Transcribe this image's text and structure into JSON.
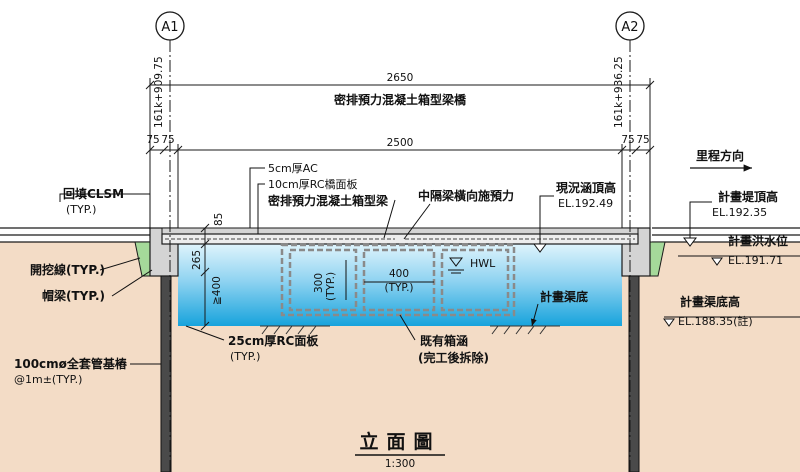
{
  "gridlines": {
    "left": {
      "label": "A1",
      "station": "161k+909.75"
    },
    "right": {
      "label": "A2",
      "station": "161k+936.25"
    }
  },
  "dimensions": {
    "overall": "2650",
    "span": "2500",
    "left_bearing_a": "75",
    "left_bearing_b": "75",
    "right_bearing_a": "75",
    "right_bearing_b": "75",
    "deck_thk": "85",
    "girder_depth": "265",
    "clearance": "≧400",
    "culvert_height": "300",
    "culvert_height_typ": "(TYP.)",
    "culvert_width": "400",
    "culvert_width_typ": "(TYP.)"
  },
  "titles": {
    "bridge_name": "密排預力混凝土箱型梁橋",
    "drawing_title": "立面圖",
    "scale": "1:300"
  },
  "labels": {
    "mileage_direction": "里程方向",
    "ac_layer": "5cm厚AC",
    "deck_slab": "10cm厚RC橋面板",
    "box_girder": "密排預力混凝土箱型梁",
    "diaphragm": "中隔梁橫向施預力",
    "backfill": "回填CLSM",
    "backfill_typ": "(TYP.)",
    "excavation": "開挖線(TYP.)",
    "cap_beam": "帽梁(TYP.)",
    "pile": "100cmø全套管基樁",
    "pile_spacing": "@1m±(TYP.)",
    "bottom_slab": "25cm厚RC面板",
    "bottom_slab_typ": "(TYP.)",
    "existing_culvert": "既有箱涵",
    "existing_culvert_note": "(完工後拆除)",
    "hwl": "HWL",
    "planned_channel_bottom": "計畫渠底",
    "existing_top": "現況涵頂高",
    "existing_top_el": "EL.192.49",
    "dike_top": "計畫堤頂高",
    "dike_top_el": "EL.192.35",
    "flood_level": "計畫洪水位",
    "flood_level_el": "EL.191.71",
    "channel_bottom": "計畫渠底高",
    "channel_bottom_el": "EL.188.35(註)"
  },
  "colors": {
    "soil": "#f3dcc6",
    "water_top": "#d8f1fb",
    "water_bottom": "#1aa6de",
    "concrete": "#d4d4d4",
    "clsm": "#a5d99a",
    "line": "#1a1a1a"
  }
}
